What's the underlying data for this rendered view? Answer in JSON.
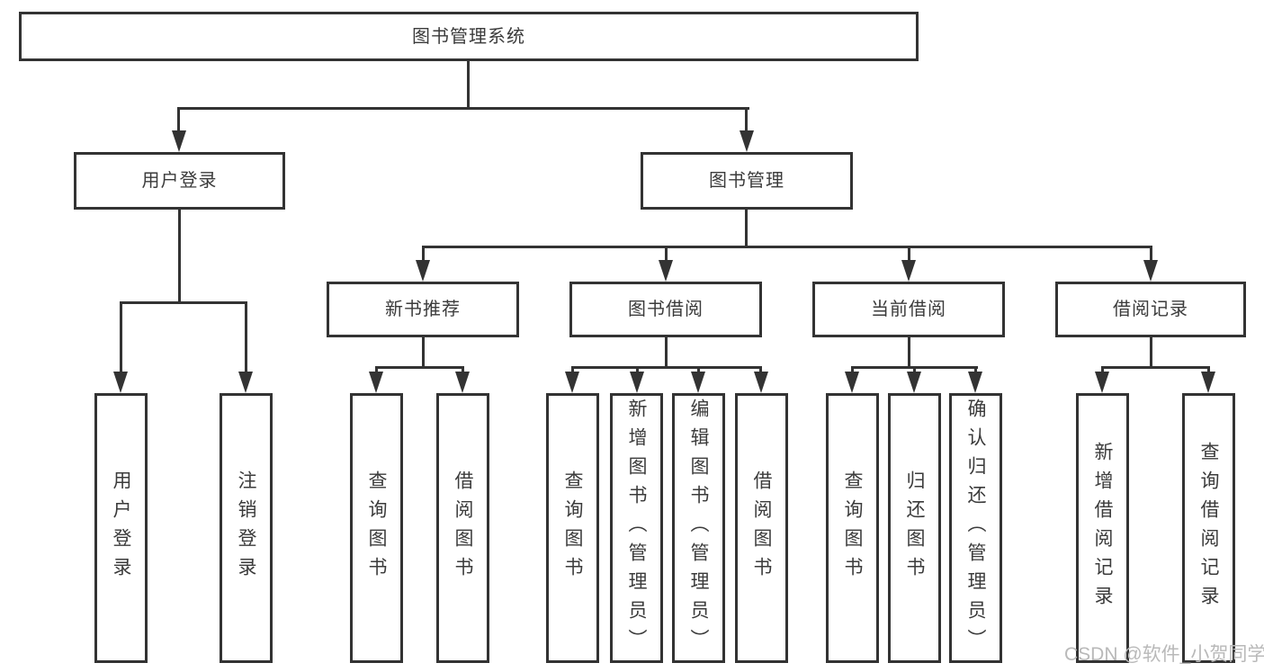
{
  "page": {
    "background": "#ffffff"
  },
  "colors": {
    "line": "#333333",
    "text": "#3b3b3b",
    "watermark": "#b9b9b9"
  },
  "diagram": {
    "root": {
      "label": "图书管理系统"
    },
    "level2": [
      {
        "label": "用户登录"
      },
      {
        "label": "图书管理"
      }
    ],
    "level3": [
      {
        "label": "新书推荐",
        "parent": "图书管理"
      },
      {
        "label": "图书借阅",
        "parent": "图书管理"
      },
      {
        "label": "当前借阅",
        "parent": "图书管理"
      },
      {
        "label": "借阅记录",
        "parent": "图书管理"
      }
    ],
    "leaves": [
      {
        "label": "用户登录",
        "parent": "用户登录"
      },
      {
        "label": "注销登录",
        "parent": "用户登录"
      },
      {
        "label": "查询图书",
        "parent": "新书推荐"
      },
      {
        "label": "借阅图书",
        "parent": "新书推荐"
      },
      {
        "label": "查询图书",
        "parent": "图书借阅"
      },
      {
        "label": "新增图书（管理员）",
        "parent": "图书借阅"
      },
      {
        "label": "编辑图书（管理员）",
        "parent": "图书借阅"
      },
      {
        "label": "借阅图书",
        "parent": "图书借阅"
      },
      {
        "label": "查询图书",
        "parent": "当前借阅"
      },
      {
        "label": "归还图书",
        "parent": "当前借阅"
      },
      {
        "label": "确认归还（管理员）",
        "parent": "当前借阅"
      },
      {
        "label": "新增借阅记录",
        "parent": "借阅记录"
      },
      {
        "label": "查询借阅记录",
        "parent": "借阅记录"
      }
    ]
  },
  "watermark": {
    "text": "CSDN @软件_小贺同学"
  }
}
